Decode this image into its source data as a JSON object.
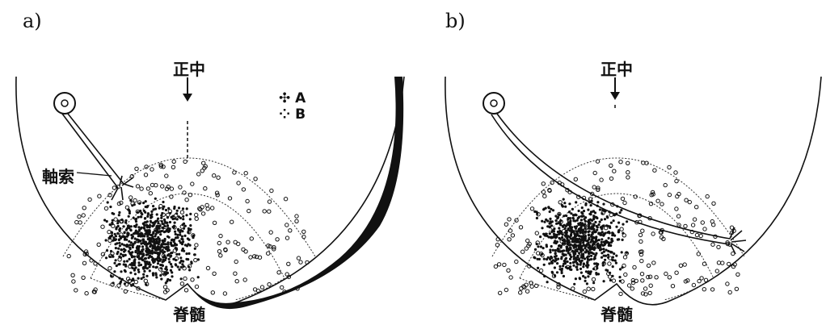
{
  "panels": [
    {
      "letter": "a)",
      "midline_label": "正中",
      "axon_label": "軸索",
      "spinal_cord_label": "脊髄",
      "legend": [
        {
          "marker": "✣",
          "label": "A"
        },
        {
          "marker": "⁘",
          "label": "B"
        }
      ]
    },
    {
      "letter": "b)",
      "midline_label": "正中",
      "spinal_cord_label": "脊髄"
    }
  ]
}
